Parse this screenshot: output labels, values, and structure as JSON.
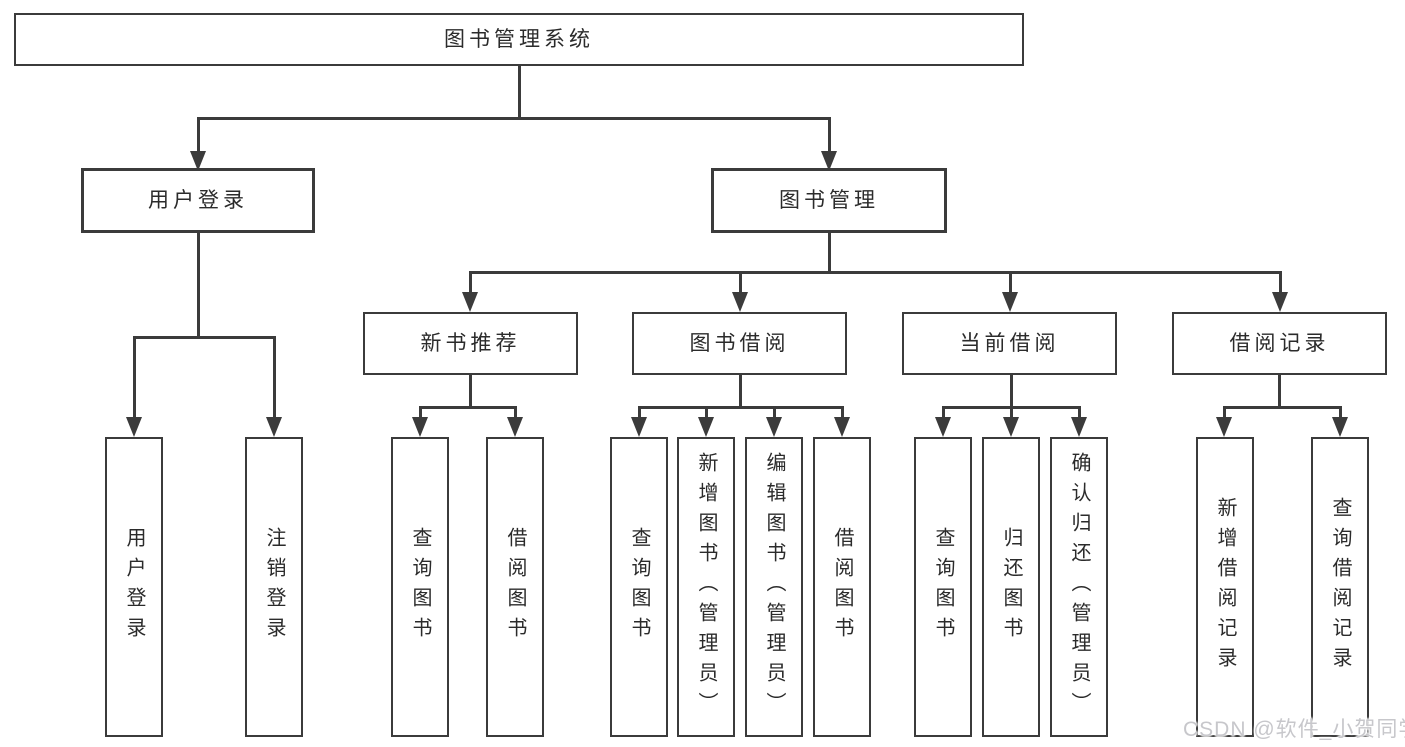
{
  "diagram": {
    "root": "图书管理系统",
    "level2": {
      "user_login": "用户登录",
      "book_management": "图书管理"
    },
    "level3": {
      "new_book_recommend": "新书推荐",
      "book_borrowing": "图书借阅",
      "current_borrowing": "当前借阅",
      "borrowing_records": "借阅记录"
    },
    "leaves": {
      "user_login": [
        "用户登录",
        "注销登录"
      ],
      "new_book_recommend": [
        "查询图书",
        "借阅图书"
      ],
      "book_borrowing": [
        "查询图书",
        "新增图书（管理员）",
        "编辑图书（管理员）",
        "借阅图书"
      ],
      "current_borrowing": [
        "查询图书",
        "归还图书",
        "确认归还（管理员）"
      ],
      "borrowing_records": [
        "新增借阅记录",
        "查询借阅记录"
      ]
    }
  },
  "watermark": {
    "text": "CSDN @软件_小贺同学"
  },
  "colors": {
    "line": "#3b3b3b",
    "text": "#2b2b2b",
    "watermark": "#c7c7cb",
    "background": "#ffffff"
  }
}
